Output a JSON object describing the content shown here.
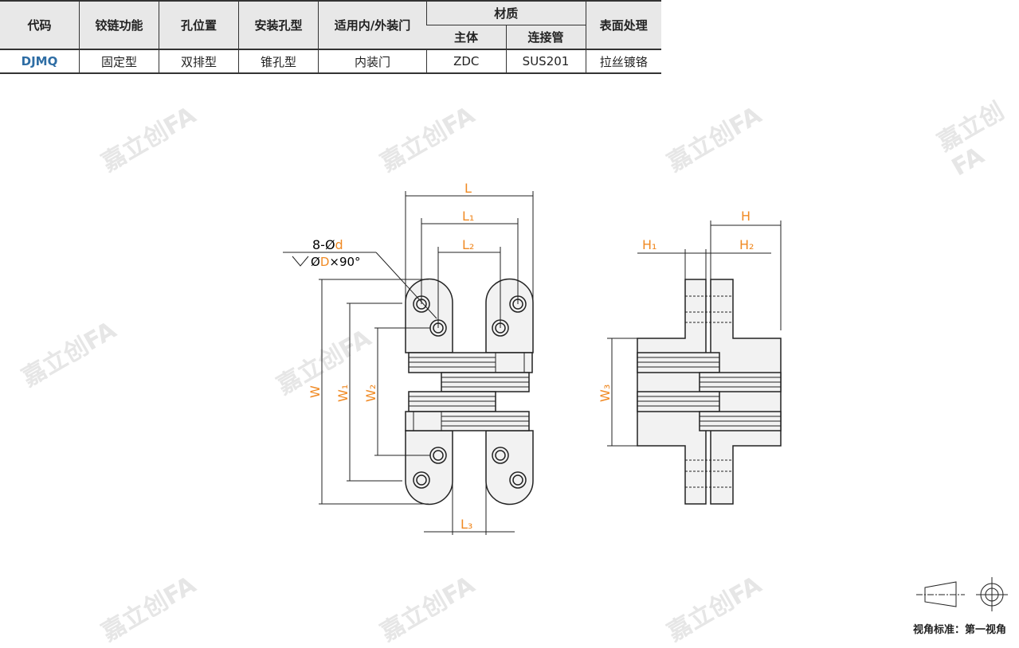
{
  "table": {
    "headers": [
      "代码",
      "铰链功能",
      "孔位置",
      "安装孔型",
      "适用内/外装门",
      "材质",
      "表面处理"
    ],
    "material_sub": [
      "主体",
      "连接管"
    ],
    "row": [
      "DJMQ",
      "固定型",
      "双排型",
      "锥孔型",
      "内装门",
      "ZDC",
      "SUS201",
      "拉丝镀铬"
    ]
  },
  "drawing": {
    "L": "L",
    "L1": "L₁",
    "L2": "L₂",
    "L3": "L₃",
    "W": "W",
    "W1": "W₁",
    "W2": "W₂",
    "W3": "W₃",
    "H": "H",
    "H1": "H₁",
    "H2": "H₂",
    "hole_count": "8-Ø",
    "hole_d": "d",
    "csk_prefix": "Ø",
    "csk_D": "D",
    "csk_suffix": "×90°"
  },
  "watermark": "嘉立创FA",
  "projection": {
    "label": "视角标准：第一视角"
  },
  "colors": {
    "accent": "#f08a24",
    "code": "#2e6da4"
  }
}
